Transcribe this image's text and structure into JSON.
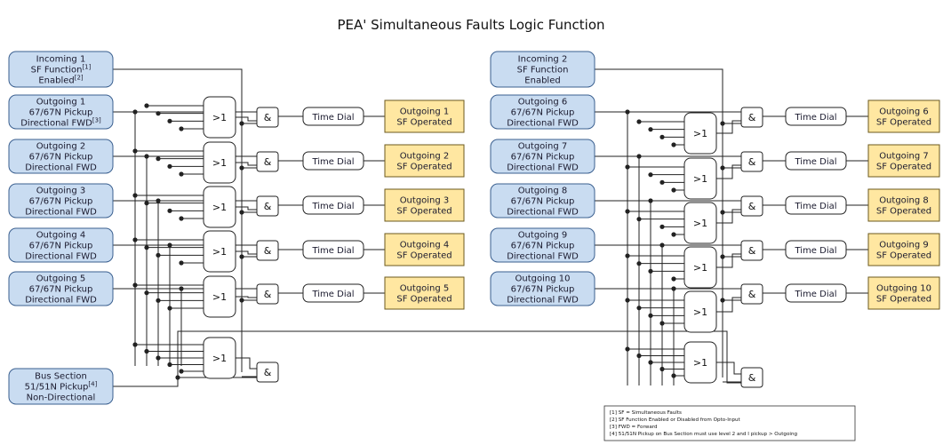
{
  "title": "PEA' Simultaneous Faults Logic Function",
  "inputs_left": [
    {
      "lines": [
        "Incoming 1",
        "SF Function",
        "Enabled"
      ],
      "sup": [
        null,
        "[1]",
        "[2]"
      ]
    },
    {
      "lines": [
        "Outgoing 1",
        "67/67N Pickup",
        "Directional FWD"
      ],
      "sup": [
        null,
        null,
        "[3]"
      ]
    },
    {
      "lines": [
        "Outgoing 2",
        "67/67N Pickup",
        "Directional FWD"
      ]
    },
    {
      "lines": [
        "Outgoing 3",
        "67/67N Pickup",
        "Directional FWD"
      ]
    },
    {
      "lines": [
        "Outgoing 4",
        "67/67N Pickup",
        "Directional FWD"
      ]
    },
    {
      "lines": [
        "Outgoing 5",
        "67/67N Pickup",
        "Directional FWD"
      ]
    }
  ],
  "inputs_right": [
    {
      "lines": [
        "Incoming 2",
        "SF Function",
        "Enabled"
      ]
    },
    {
      "lines": [
        "Outgoing 6",
        "67/67N Pickup",
        "Directional FWD"
      ]
    },
    {
      "lines": [
        "Outgoing 7",
        "67/67N Pickup",
        "Directional FWD"
      ]
    },
    {
      "lines": [
        "Outgoing 8",
        "67/67N Pickup",
        "Directional FWD"
      ]
    },
    {
      "lines": [
        "Outgoing 9",
        "67/67N Pickup",
        "Directional FWD"
      ]
    },
    {
      "lines": [
        "Outgoing 10",
        "67/67N Pickup",
        "Directional FWD"
      ]
    }
  ],
  "bus_section": {
    "lines": [
      "Bus Section",
      "51/51N Pickup",
      "Non-Directional"
    ],
    "sup": [
      null,
      "[4]",
      null
    ]
  },
  "or_label": ">1",
  "and_label": "&",
  "time_dial_label": "Time Dial",
  "outputs_left": [
    [
      "Outgoing 1",
      "SF Operated"
    ],
    [
      "Outgoing 2",
      "SF Operated"
    ],
    [
      "Outgoing 3",
      "SF Operated"
    ],
    [
      "Outgoing 4",
      "SF Operated"
    ],
    [
      "Outgoing 5",
      "SF Operated"
    ]
  ],
  "outputs_right": [
    [
      "Outgoing 6",
      "SF Operated"
    ],
    [
      "Outgoing 7",
      "SF Operated"
    ],
    [
      "Outgoing 8",
      "SF Operated"
    ],
    [
      "Outgoing 9",
      "SF Operated"
    ],
    [
      "Outgoing 10",
      "SF Operated"
    ]
  ],
  "notes": [
    "[1] SF = Simultaneous Faults",
    "[2] SF Function Enabled or Disabled from Opto-Input",
    "[3] FWD = Forward",
    "[4] 51/51N Pickup on Bus Section must use level 2 and I pickup > Outgoing"
  ],
  "colors": {
    "input_fill": "#c9dcf1",
    "input_stroke": "#3a5f8f",
    "output_fill": "#ffe7a1",
    "output_stroke": "#6b5a1e",
    "line": "#222222"
  }
}
